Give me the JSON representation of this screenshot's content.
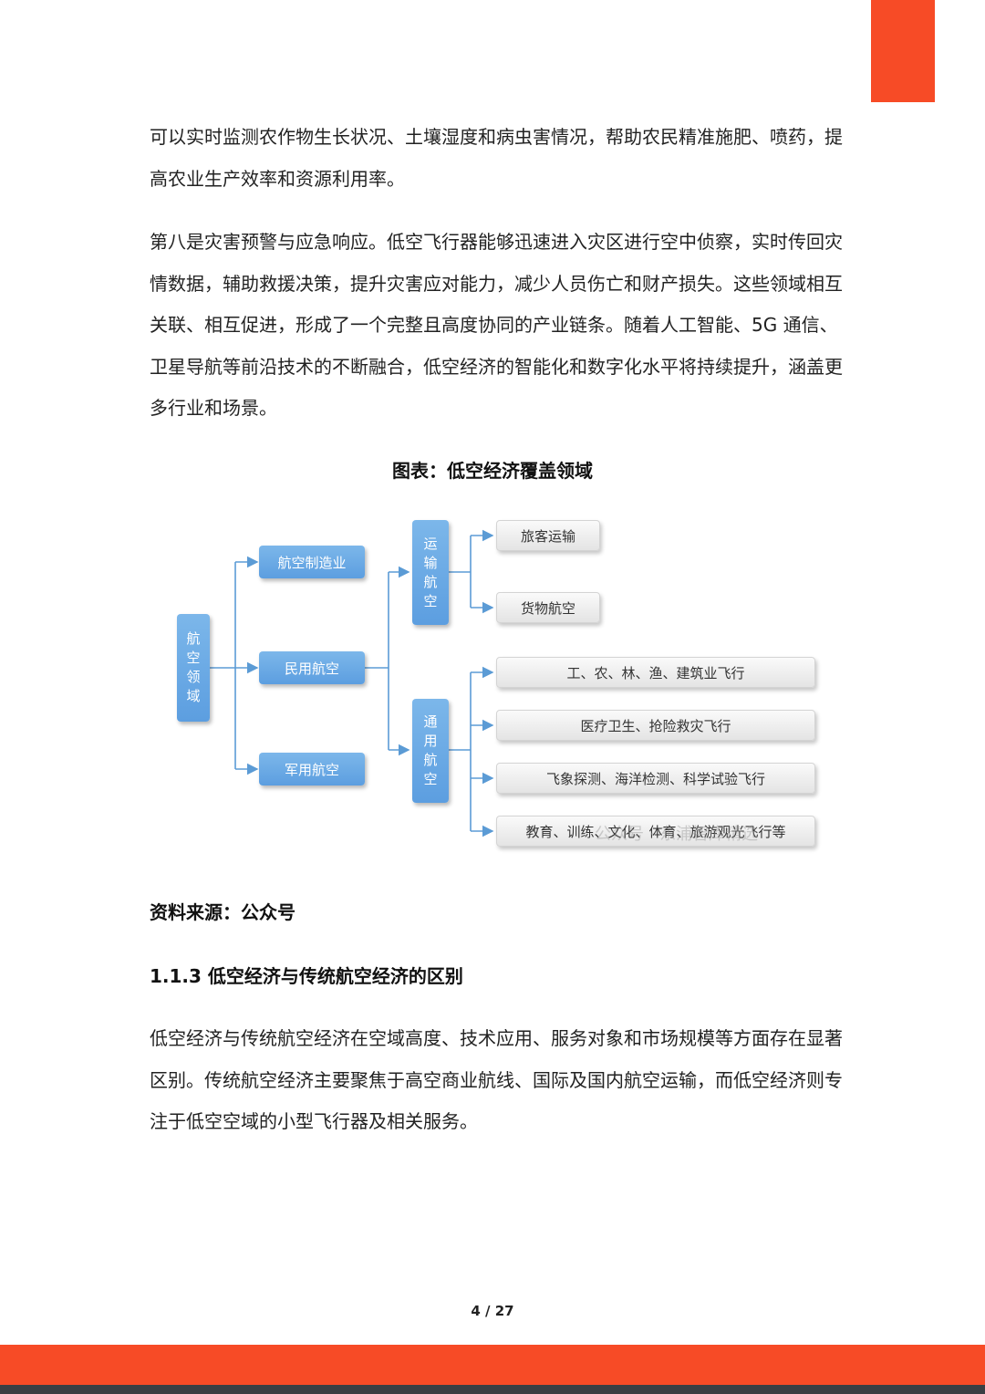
{
  "paragraphs": {
    "p1": "可以实时监测农作物生长状况、土壤湿度和病虫害情况，帮助农民精准施肥、喷药，提高农业生产效率和资源利用率。",
    "p2": "第八是灾害预警与应急响应。低空飞行器能够迅速进入灾区进行空中侦察，实时传回灾情数据，辅助救援决策，提升灾害应对能力，减少人员伤亡和财产损失。这些领域相互关联、相互促进，形成了一个完整且高度协同的产业链条。随着人工智能、5G 通信、卫星导航等前沿技术的不断融合，低空经济的智能化和数字化水平将持续提升，涵盖更多行业和场景。",
    "p3": "低空经济与传统航空经济在空域高度、技术应用、服务对象和市场规模等方面存在显著区别。传统航空经济主要聚焦于高空商业航线、国际及国内航空运输，而低空经济则专注于低空空域的小型飞行器及相关服务。"
  },
  "figure": {
    "title": "图表：低空经济覆盖领域",
    "root": [
      "航",
      "空",
      "领",
      "域"
    ],
    "level1": [
      "航空制造业",
      "民用航空",
      "军用航空"
    ],
    "transport": [
      "运",
      "输",
      "航",
      "空"
    ],
    "general": [
      "通",
      "用",
      "航",
      "空"
    ],
    "transport_items": [
      "旅客运输",
      "货物航空"
    ],
    "general_items": [
      "工、农、林、渔、建筑业飞行",
      "医疗卫生、抢险救灾飞行",
      "飞象探测、海洋检测、科学试验飞行",
      "教育、训练、文化、体育、旅游观光飞行等"
    ],
    "watermark": "公众号 · 东浦智库精选"
  },
  "source": "资料来源：公众号",
  "section_heading": "1.1.3 低空经济与传统航空经济的区别",
  "page_number": "4 / 27",
  "colors": {
    "accent": "#f74b26",
    "box_blue": "#6aa8e4",
    "line": "#5b9bd5"
  }
}
